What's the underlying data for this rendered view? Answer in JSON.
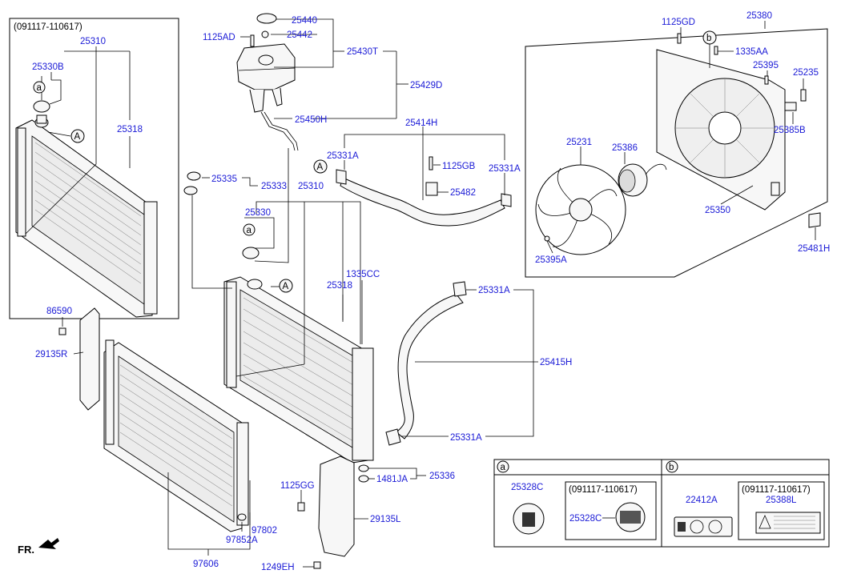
{
  "colors": {
    "label": "#1a1ad6",
    "line": "#000000",
    "background": "#ffffff"
  },
  "part_labels": {
    "p25440": "25440",
    "p25442": "25442",
    "p1125AD": "1125AD",
    "p25430T": "25430T",
    "p25429D": "25429D",
    "p25450H": "25450H",
    "p25414H": "25414H",
    "p25331A_1": "25331A",
    "p1125GB": "1125GB",
    "p25331A_2": "25331A",
    "p25482": "25482",
    "p25335": "25335",
    "p25333": "25333",
    "p25310_main": "25310",
    "p25330": "25330",
    "p1335CC": "1335CC",
    "p25318_main": "25318",
    "p25331A_3": "25331A",
    "p25415H": "25415H",
    "p25331A_4": "25331A",
    "p25310_inset": "25310",
    "p25330B": "25330B",
    "p25318_inset": "25318",
    "p86590": "86590",
    "p29135R": "29135R",
    "p1125GG": "1125GG",
    "p1481JA": "1481JA",
    "p25336": "25336",
    "p29135L": "29135L",
    "p97802": "97802",
    "p97852A": "97852A",
    "p97606": "97606",
    "p1249EH": "1249EH",
    "p1125GD": "1125GD",
    "p25380": "25380",
    "p1335AA": "1335AA",
    "p25395": "25395",
    "p25235": "25235",
    "p25385B": "25385B",
    "p25231": "25231",
    "p25386": "25386",
    "p25350": "25350",
    "p25395A": "25395A",
    "p25481H": "25481H",
    "p25328C_1": "25328C",
    "p25328C_2": "25328C",
    "p22412A": "22412A",
    "p25388L": "25388L"
  },
  "date_codes": {
    "inset": "(091117-110617)",
    "legend_a": "(091117-110617)",
    "legend_b": "(091117-110617)"
  },
  "callouts": {
    "a": "a",
    "b": "b",
    "A": "A"
  },
  "front_label": "FR."
}
